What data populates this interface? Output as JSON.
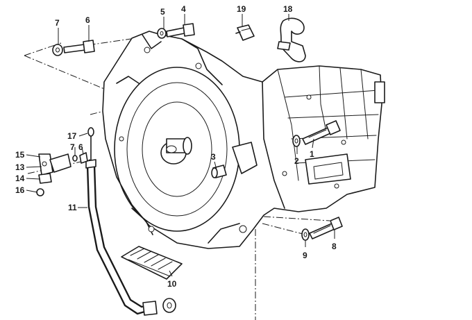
{
  "diagram": {
    "callouts": [
      {
        "id": "c7a",
        "label": "7"
      },
      {
        "id": "c6a",
        "label": "6"
      },
      {
        "id": "c5",
        "label": "5"
      },
      {
        "id": "c4",
        "label": "4"
      },
      {
        "id": "c19",
        "label": "19"
      },
      {
        "id": "c18",
        "label": "18"
      },
      {
        "id": "c17",
        "label": "17"
      },
      {
        "id": "c7b",
        "label": "7"
      },
      {
        "id": "c6b",
        "label": "6"
      },
      {
        "id": "c15",
        "label": "15"
      },
      {
        "id": "c13",
        "label": "13"
      },
      {
        "id": "c14",
        "label": "14"
      },
      {
        "id": "c16",
        "label": "16"
      },
      {
        "id": "c11",
        "label": "11"
      },
      {
        "id": "c3",
        "label": "3"
      },
      {
        "id": "c2",
        "label": "2"
      },
      {
        "id": "c1",
        "label": "1"
      },
      {
        "id": "c9",
        "label": "9"
      },
      {
        "id": "c8",
        "label": "8"
      },
      {
        "id": "c10",
        "label": "10"
      }
    ]
  }
}
